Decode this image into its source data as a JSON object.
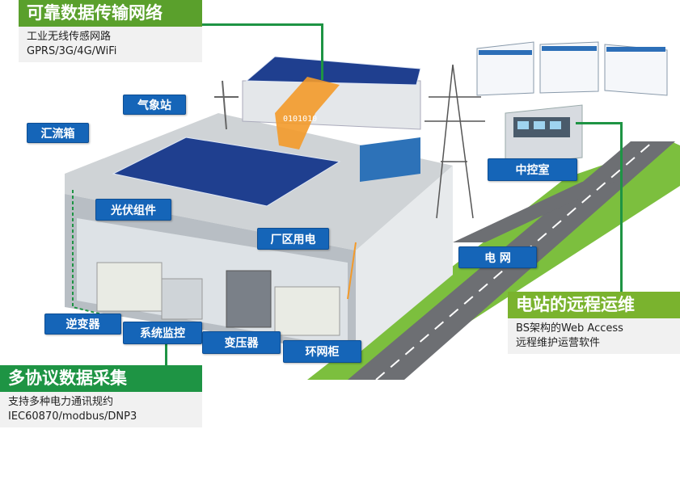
{
  "callouts": {
    "network": {
      "title": "可靠数据传输网络",
      "lines": [
        "工业无线传感网路",
        "GPRS/3G/4G/WiFi"
      ]
    },
    "remote": {
      "title": "电站的远程运维",
      "lines": [
        "BS架构的Web Access",
        "远程维护运营软件"
      ]
    },
    "collection": {
      "title": "多协议数据采集",
      "lines": [
        "支持多种电力通讯规约",
        "IEC60870/modbus/DNP3"
      ]
    }
  },
  "labels": {
    "weather_station": "气象站",
    "combiner_box": "汇流箱",
    "pv_modules": "光伏组件",
    "plant_power": "厂区用电",
    "control_room": "中控室",
    "grid": "电 网",
    "inverter": "逆变器",
    "system_monitoring": "系统监控",
    "transformer": "变压器",
    "ring_main_unit": "环网柜"
  },
  "data_stream_text": "0101010",
  "colors": {
    "green_light": "#5aa02c",
    "green_dark": "#1e9444",
    "label_blue": "#1565b8"
  }
}
